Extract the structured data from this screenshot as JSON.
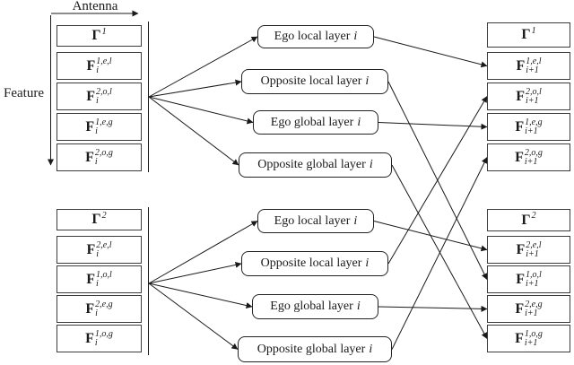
{
  "figure": {
    "axes": {
      "antenna": "Antenna",
      "feature": "Feature"
    },
    "colors": {
      "line": "#1a1a1a",
      "background": "#ffffff",
      "cell_border": "#3c3c3c"
    },
    "stacks": {
      "top_left": {
        "rows": [
          {
            "base": "Γ",
            "sup": "1",
            "sub": ""
          },
          {
            "base": "F",
            "sup": "1,e,l",
            "sub": "i"
          },
          {
            "base": "F",
            "sup": "2,o,l",
            "sub": "i"
          },
          {
            "base": "F",
            "sup": "1,e,g",
            "sub": "i"
          },
          {
            "base": "F",
            "sup": "2,o,g",
            "sub": "i"
          }
        ]
      },
      "bottom_left": {
        "rows": [
          {
            "base": "Γ",
            "sup": "2",
            "sub": ""
          },
          {
            "base": "F",
            "sup": "2,e,l",
            "sub": "i"
          },
          {
            "base": "F",
            "sup": "1,o,l",
            "sub": "i"
          },
          {
            "base": "F",
            "sup": "2,e,g",
            "sub": "i"
          },
          {
            "base": "F",
            "sup": "1,o,g",
            "sub": "i"
          }
        ]
      },
      "top_right": {
        "rows": [
          {
            "base": "Γ",
            "sup": "1",
            "sub": ""
          },
          {
            "base": "F",
            "sup": "1,e,l",
            "sub": "i+1"
          },
          {
            "base": "F",
            "sup": "2,o,l",
            "sub": "i+1"
          },
          {
            "base": "F",
            "sup": "1,e,g",
            "sub": "i+1"
          },
          {
            "base": "F",
            "sup": "2,o,g",
            "sub": "i+1"
          }
        ]
      },
      "bottom_right": {
        "rows": [
          {
            "base": "Γ",
            "sup": "2",
            "sub": ""
          },
          {
            "base": "F",
            "sup": "2,e,l",
            "sub": "i+1"
          },
          {
            "base": "F",
            "sup": "1,o,l",
            "sub": "i+1"
          },
          {
            "base": "F",
            "sup": "2,e,g",
            "sub": "i+1"
          },
          {
            "base": "F",
            "sup": "1,o,g",
            "sub": "i+1"
          }
        ]
      }
    },
    "layers": {
      "top": [
        {
          "text": "Ego local layer",
          "var": "i"
        },
        {
          "text": "Opposite local layer",
          "var": "i"
        },
        {
          "text": "Ego global layer",
          "var": "i"
        },
        {
          "text": "Opposite global layer",
          "var": "i"
        }
      ],
      "bottom": [
        {
          "text": "Ego local layer",
          "var": "i"
        },
        {
          "text": "Opposite local layer",
          "var": "i"
        },
        {
          "text": "Ego global layer",
          "var": "i"
        },
        {
          "text": "Opposite global layer",
          "var": "i"
        }
      ]
    },
    "edges": [
      {
        "from": "fan-top",
        "from_side": "center",
        "to": "layer-top-ego-local",
        "to_side": "left"
      },
      {
        "from": "fan-top",
        "from_side": "center",
        "to": "layer-top-opposite-local",
        "to_side": "left"
      },
      {
        "from": "fan-top",
        "from_side": "center",
        "to": "layer-top-ego-global",
        "to_side": "left"
      },
      {
        "from": "fan-top",
        "from_side": "center",
        "to": "layer-top-opposite-global",
        "to_side": "left"
      },
      {
        "from": "fan-bottom",
        "from_side": "center",
        "to": "layer-bottom-ego-local",
        "to_side": "left"
      },
      {
        "from": "fan-bottom",
        "from_side": "center",
        "to": "layer-bottom-opposite-local",
        "to_side": "left"
      },
      {
        "from": "fan-bottom",
        "from_side": "center",
        "to": "layer-bottom-ego-global",
        "to_side": "left"
      },
      {
        "from": "fan-bottom",
        "from_side": "center",
        "to": "layer-bottom-opposite-global",
        "to_side": "left"
      },
      {
        "from": "layer-top-ego-local",
        "from_side": "right",
        "to": "cell-top-right-f1el",
        "to_side": "left"
      },
      {
        "from": "layer-top-opposite-local",
        "from_side": "right",
        "to": "cell-bottom-right-f1ol",
        "to_side": "left"
      },
      {
        "from": "layer-top-ego-global",
        "from_side": "right",
        "to": "cell-top-right-f1eg",
        "to_side": "left"
      },
      {
        "from": "layer-top-opposite-global",
        "from_side": "right",
        "to": "cell-bottom-right-f1og",
        "to_side": "left"
      },
      {
        "from": "layer-bottom-ego-local",
        "from_side": "right",
        "to": "cell-bottom-right-f2el",
        "to_side": "left"
      },
      {
        "from": "layer-bottom-opposite-local",
        "from_side": "right",
        "to": "cell-top-right-f2ol",
        "to_side": "left"
      },
      {
        "from": "layer-bottom-ego-global",
        "from_side": "right",
        "to": "cell-bottom-right-f2eg",
        "to_side": "left"
      },
      {
        "from": "layer-bottom-opposite-global",
        "from_side": "right",
        "to": "cell-top-right-f2og",
        "to_side": "left"
      }
    ]
  }
}
